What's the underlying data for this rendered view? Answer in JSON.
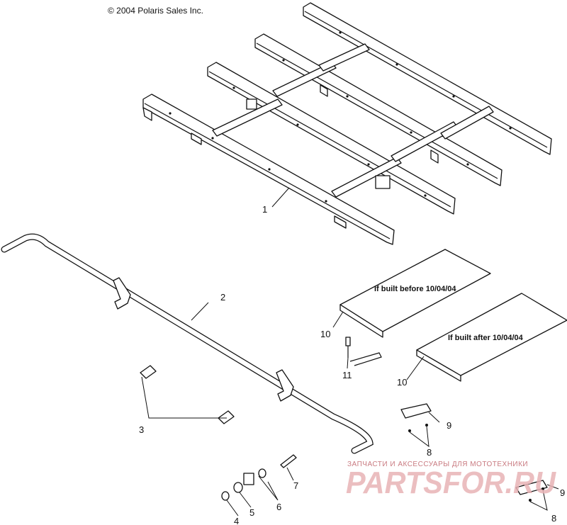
{
  "copyright": "© 2004 Polaris Sales Inc.",
  "notes": {
    "before": "If built before 10/04/04",
    "after": "If built after 10/04/04"
  },
  "callouts": {
    "c1": "1",
    "c2": "2",
    "c3": "3",
    "c4": "4",
    "c5": "5",
    "c6": "6",
    "c7": "7",
    "c8a": "8",
    "c8b": "8",
    "c9a": "9",
    "c9b": "9",
    "c10a": "10",
    "c10b": "10",
    "c11": "11"
  },
  "watermark": {
    "tagline": "ЗАПЧАСТИ И АКСЕССУАРЫ ДЛЯ МОТОТЕХНИКИ",
    "brand": "PARTSFOR.RU"
  }
}
